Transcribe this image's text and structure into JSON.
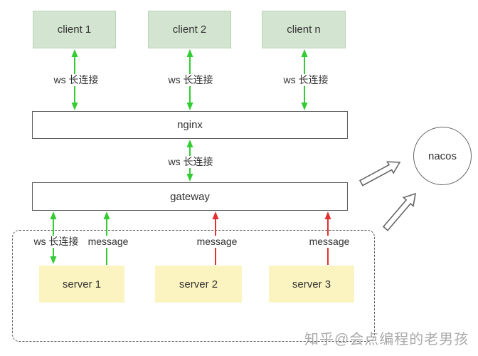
{
  "nodes": {
    "clients": [
      {
        "label": "client 1"
      },
      {
        "label": "client 2"
      },
      {
        "label": "client n"
      }
    ],
    "nginx": {
      "label": "nginx"
    },
    "gateway": {
      "label": "gateway"
    },
    "nacos": {
      "label": "nacos"
    },
    "servers": [
      {
        "label": "server 1"
      },
      {
        "label": "server 2"
      },
      {
        "label": "server 3"
      }
    ]
  },
  "edge_labels": {
    "ws_long_connection": "ws 长连接",
    "message": "message"
  },
  "watermark": "知乎@会点编程的老男孩",
  "colors": {
    "arrow_green": "#33cc33",
    "arrow_red": "#e03030",
    "client_fill": "#d3e5d0",
    "client_border": "#b8d3b5",
    "server_fill": "#fcf4c0",
    "box_border": "#5c5c5c",
    "dash_border": "#606060",
    "outline_arrow": "#666666",
    "text": "#333333",
    "watermark": "#9b9b9b"
  }
}
